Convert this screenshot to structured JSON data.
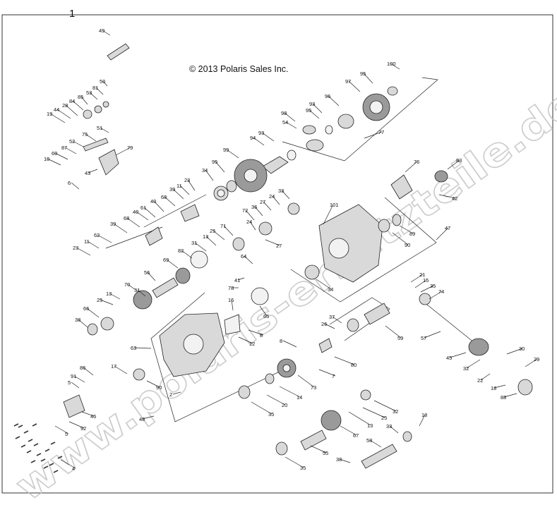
{
  "diagram": {
    "page_number": "1",
    "copyright": "© 2013 Polaris Sales Inc.",
    "watermark": "www.polaris-ersatzteile.de",
    "callouts": [
      {
        "id": "c49",
        "label": "49"
      },
      {
        "id": "c50",
        "label": "50"
      },
      {
        "id": "c81",
        "label": "81"
      },
      {
        "id": "c53",
        "label": "53"
      },
      {
        "id": "c85",
        "label": "85"
      },
      {
        "id": "c84",
        "label": "84"
      },
      {
        "id": "c28",
        "label": "28"
      },
      {
        "id": "c44",
        "label": "44"
      },
      {
        "id": "c19",
        "label": "19"
      },
      {
        "id": "c51",
        "label": "51"
      },
      {
        "id": "c75",
        "label": "75"
      },
      {
        "id": "c52",
        "label": "52"
      },
      {
        "id": "c87",
        "label": "87"
      },
      {
        "id": "c60",
        "label": "60"
      },
      {
        "id": "c10",
        "label": "10"
      },
      {
        "id": "c79",
        "label": "79"
      },
      {
        "id": "c43",
        "label": "43"
      },
      {
        "id": "c6a",
        "label": "6"
      },
      {
        "id": "c100",
        "label": "100"
      },
      {
        "id": "c95a",
        "label": "95"
      },
      {
        "id": "c97",
        "label": "97"
      },
      {
        "id": "c96",
        "label": "96"
      },
      {
        "id": "c93a",
        "label": "93"
      },
      {
        "id": "c95b",
        "label": "95"
      },
      {
        "id": "c98",
        "label": "98"
      },
      {
        "id": "c54",
        "label": "54"
      },
      {
        "id": "c77",
        "label": "77"
      },
      {
        "id": "c93b",
        "label": "93"
      },
      {
        "id": "c94",
        "label": "94"
      },
      {
        "id": "c99",
        "label": "99"
      },
      {
        "id": "c95c",
        "label": "95"
      },
      {
        "id": "c34a",
        "label": "34"
      },
      {
        "id": "c76",
        "label": "76"
      },
      {
        "id": "c83",
        "label": "83"
      },
      {
        "id": "c42",
        "label": "42"
      },
      {
        "id": "c23a",
        "label": "23"
      },
      {
        "id": "c11a",
        "label": "11"
      },
      {
        "id": "c39a",
        "label": "39"
      },
      {
        "id": "c68a",
        "label": "68"
      },
      {
        "id": "c40a",
        "label": "40"
      },
      {
        "id": "c40b",
        "label": "40"
      },
      {
        "id": "c61",
        "label": "61"
      },
      {
        "id": "c68b",
        "label": "68"
      },
      {
        "id": "c39b",
        "label": "39"
      },
      {
        "id": "c62",
        "label": "62"
      },
      {
        "id": "c11b",
        "label": "11"
      },
      {
        "id": "c23b",
        "label": "23"
      },
      {
        "id": "c33a",
        "label": "33"
      },
      {
        "id": "c24a",
        "label": "24"
      },
      {
        "id": "c27a",
        "label": "27"
      },
      {
        "id": "c36",
        "label": "36"
      },
      {
        "id": "c72",
        "label": "72"
      },
      {
        "id": "c101",
        "label": "101"
      },
      {
        "id": "c24b",
        "label": "24"
      },
      {
        "id": "c71",
        "label": "71"
      },
      {
        "id": "c25a",
        "label": "25"
      },
      {
        "id": "c13a",
        "label": "13"
      },
      {
        "id": "c31a",
        "label": "31"
      },
      {
        "id": "c27b",
        "label": "27"
      },
      {
        "id": "c82",
        "label": "82"
      },
      {
        "id": "c69",
        "label": "69"
      },
      {
        "id": "c89",
        "label": "89"
      },
      {
        "id": "c47",
        "label": "47"
      },
      {
        "id": "c90a",
        "label": "90"
      },
      {
        "id": "c56",
        "label": "56"
      },
      {
        "id": "c64",
        "label": "64"
      },
      {
        "id": "c41",
        "label": "41"
      },
      {
        "id": "c78",
        "label": "78"
      },
      {
        "id": "c34b",
        "label": "34"
      },
      {
        "id": "c21",
        "label": "21"
      },
      {
        "id": "c15",
        "label": "15"
      },
      {
        "id": "c35a",
        "label": "35"
      },
      {
        "id": "c74",
        "label": "74"
      },
      {
        "id": "c31b",
        "label": "31"
      },
      {
        "id": "c70",
        "label": "70"
      },
      {
        "id": "c25b",
        "label": "25"
      },
      {
        "id": "c13b",
        "label": "13"
      },
      {
        "id": "c66",
        "label": "66"
      },
      {
        "id": "c38a",
        "label": "38"
      },
      {
        "id": "c65",
        "label": "65"
      },
      {
        "id": "c16",
        "label": "16"
      },
      {
        "id": "c8a",
        "label": "8"
      },
      {
        "id": "c12",
        "label": "12"
      },
      {
        "id": "c37",
        "label": "37"
      },
      {
        "id": "c26",
        "label": "26"
      },
      {
        "id": "c59",
        "label": "59"
      },
      {
        "id": "c57",
        "label": "57"
      },
      {
        "id": "c63",
        "label": "63"
      },
      {
        "id": "c8b",
        "label": "8"
      },
      {
        "id": "c80",
        "label": "80"
      },
      {
        "id": "c7",
        "label": "7"
      },
      {
        "id": "c45",
        "label": "45"
      },
      {
        "id": "c30",
        "label": "30"
      },
      {
        "id": "c32a",
        "label": "32"
      },
      {
        "id": "c29",
        "label": "29"
      },
      {
        "id": "c22",
        "label": "22"
      },
      {
        "id": "c18a",
        "label": "18"
      },
      {
        "id": "c88",
        "label": "88"
      },
      {
        "id": "c17",
        "label": "17"
      },
      {
        "id": "c86",
        "label": "86"
      },
      {
        "id": "c91",
        "label": "91"
      },
      {
        "id": "c5a",
        "label": "5"
      },
      {
        "id": "c90b",
        "label": "90"
      },
      {
        "id": "c2",
        "label": "2"
      },
      {
        "id": "c73",
        "label": "73"
      },
      {
        "id": "c14",
        "label": "14"
      },
      {
        "id": "c20",
        "label": "20"
      },
      {
        "id": "c35b",
        "label": "35"
      },
      {
        "id": "c32b",
        "label": "32"
      },
      {
        "id": "c25c",
        "label": "25"
      },
      {
        "id": "c13c",
        "label": "13"
      },
      {
        "id": "c67",
        "label": "67"
      },
      {
        "id": "c46",
        "label": "46"
      },
      {
        "id": "c92",
        "label": "92"
      },
      {
        "id": "c48",
        "label": "48"
      },
      {
        "id": "c5b",
        "label": "5"
      },
      {
        "id": "c4",
        "label": "4"
      },
      {
        "id": "c18b",
        "label": "18"
      },
      {
        "id": "c33b",
        "label": "33"
      },
      {
        "id": "c58",
        "label": "58"
      },
      {
        "id": "c55",
        "label": "55"
      },
      {
        "id": "c38b",
        "label": "38"
      },
      {
        "id": "c35c",
        "label": "35"
      }
    ]
  }
}
